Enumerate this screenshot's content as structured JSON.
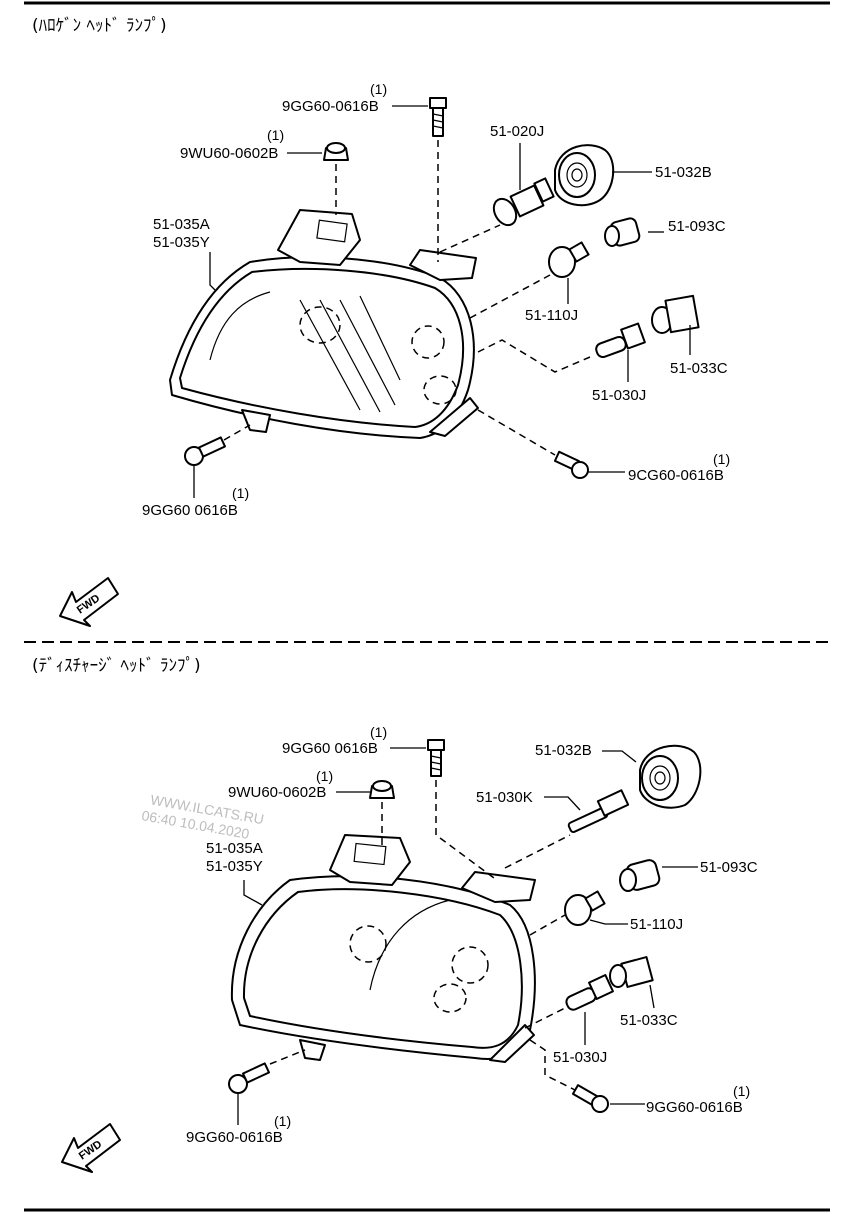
{
  "sections": [
    {
      "title": "(ﾊﾛｹﾞﾝ ﾍｯﾄﾞ ﾗﾝﾌﾟ)",
      "fwd_label": "FWD",
      "parts": [
        {
          "code": "9GG60-0616B",
          "qty": "(1)"
        },
        {
          "code": "9WU60-0602B",
          "qty": "(1)"
        },
        {
          "code": "51-020J",
          "qty": ""
        },
        {
          "code": "51-032B",
          "qty": ""
        },
        {
          "code": "51-093C",
          "qty": ""
        },
        {
          "code": "51-035A",
          "qty": ""
        },
        {
          "code": "51-035Y",
          "qty": ""
        },
        {
          "code": "51-110J",
          "qty": ""
        },
        {
          "code": "51-033C",
          "qty": ""
        },
        {
          "code": "51-030J",
          "qty": ""
        },
        {
          "code": "9CG60-0616B",
          "qty": "(1)"
        },
        {
          "code": "9GG60 0616B",
          "qty": "(1)"
        }
      ]
    },
    {
      "title": "(ﾃﾞｨｽﾁｬｰｼﾞ ﾍｯﾄﾞ ﾗﾝﾌﾟ)",
      "fwd_label": "FWD",
      "parts": [
        {
          "code": "9GG60 0616B",
          "qty": "(1)"
        },
        {
          "code": "9WU60-0602B",
          "qty": "(1)"
        },
        {
          "code": "51-032B",
          "qty": ""
        },
        {
          "code": "51-030K",
          "qty": ""
        },
        {
          "code": "51-035A",
          "qty": ""
        },
        {
          "code": "51-035Y",
          "qty": ""
        },
        {
          "code": "51-093C",
          "qty": ""
        },
        {
          "code": "51-110J",
          "qty": ""
        },
        {
          "code": "51-033C",
          "qty": ""
        },
        {
          "code": "51-030J",
          "qty": ""
        },
        {
          "code": "9GG60-0616B",
          "qty": "(1)"
        },
        {
          "code": "9GG60-0616B",
          "qty": "(1)"
        }
      ]
    }
  ],
  "watermark": {
    "line1": "WWW.ILCATS.RU",
    "line2": "06:40 10.04.2020"
  }
}
